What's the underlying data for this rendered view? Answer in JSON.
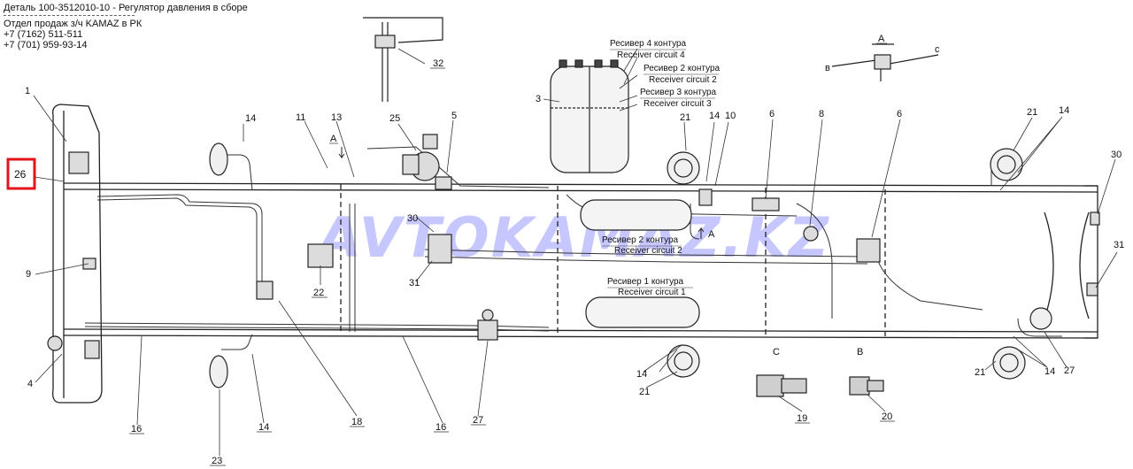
{
  "header": {
    "detail_line": "Деталь  100-3512010-10 - Регулятор давления в сборе",
    "dept_line": "Отдел продаж з/ч KAMAZ в РК",
    "phone1": "+7 (7162) 511-511",
    "phone2": "+7 (701) 959-93-14"
  },
  "watermark": "AVTOKAMAZ.KZ",
  "highlight": {
    "label": "26",
    "color": "#e3141b"
  },
  "views": {
    "A": "A",
    "A_arrow": "A",
    "A_frame": "A",
    "B": "в",
    "C": "с",
    "C_lower": "С",
    "B_lower": "В"
  },
  "annotations": {
    "r4_ru": "Ресивер 4 контура",
    "r4_en": "Receiver circuit 4",
    "r2_ru": "Ресивер 2 контура",
    "r2_en": "Receiver circuit 2",
    "r3_ru": "Ресивер 3 контура",
    "r3_en": "Receiver circuit 3",
    "r2b_ru": "Ресивер 2 контура",
    "r2b_en": "Receiver circuit 2",
    "r1_ru": "Ресивер 1 контура",
    "r1_en": "Receiver circuit 1"
  },
  "callouts": {
    "c1": "1",
    "c9": "9",
    "c4": "4",
    "c14a": "14",
    "c11": "11",
    "c13": "13",
    "c25": "25",
    "c5": "5",
    "c32": "32",
    "c3": "3",
    "c21a": "21",
    "c14b": "14",
    "c10": "10",
    "c6a": "6",
    "c8": "8",
    "c6b": "6",
    "c21b": "21",
    "c14c": "14",
    "c30a": "30",
    "c31a": "31",
    "c22": "22",
    "c30b": "30",
    "c31b": "31",
    "c16a": "16",
    "c23": "23",
    "c14d": "14",
    "c18": "18",
    "c16b": "16",
    "c27a": "27",
    "c14e": "14",
    "c21c": "21",
    "c19": "19",
    "c20": "20",
    "c21d": "21",
    "c14f": "14",
    "c27b": "27"
  }
}
